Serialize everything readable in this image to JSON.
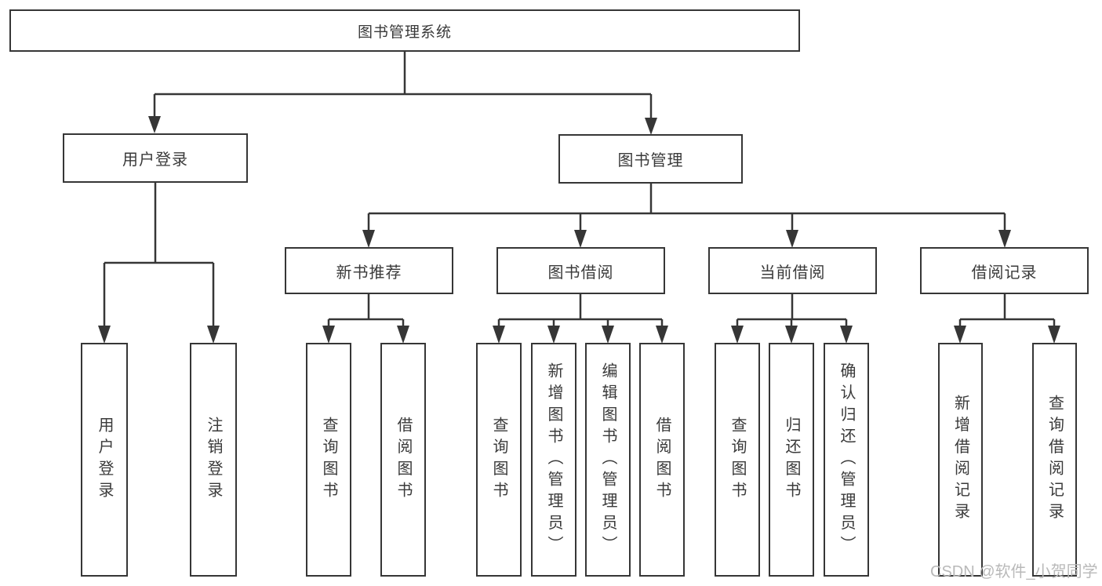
{
  "diagram": {
    "root": {
      "label": "图书管理系统"
    },
    "groups": [
      {
        "label": "用户登录",
        "children": [
          {
            "label": "用户登录"
          },
          {
            "label": "注销登录"
          }
        ]
      },
      {
        "label": "图书管理",
        "subgroups": [
          {
            "label": "新书推荐",
            "children": [
              {
                "label": "查询图书"
              },
              {
                "label": "借阅图书"
              }
            ]
          },
          {
            "label": "图书借阅",
            "children": [
              {
                "label": "查询图书"
              },
              {
                "label": "新增图书（管理员）"
              },
              {
                "label": "编辑图书（管理员）"
              },
              {
                "label": "借阅图书"
              }
            ]
          },
          {
            "label": "当前借阅",
            "children": [
              {
                "label": "查询图书"
              },
              {
                "label": "归还图书"
              },
              {
                "label": "确认归还（管理员）"
              }
            ]
          },
          {
            "label": "借阅记录",
            "children": [
              {
                "label": "新增借阅记录"
              },
              {
                "label": "查询借阅记录"
              }
            ]
          }
        ]
      }
    ]
  },
  "watermark": {
    "text": "CSDN @软件_小贺同学"
  },
  "colors": {
    "line": "#363636",
    "box_border": "#363636",
    "text": "#3a3a3a",
    "watermark": "#b9b9b9",
    "background": "#ffffff"
  }
}
